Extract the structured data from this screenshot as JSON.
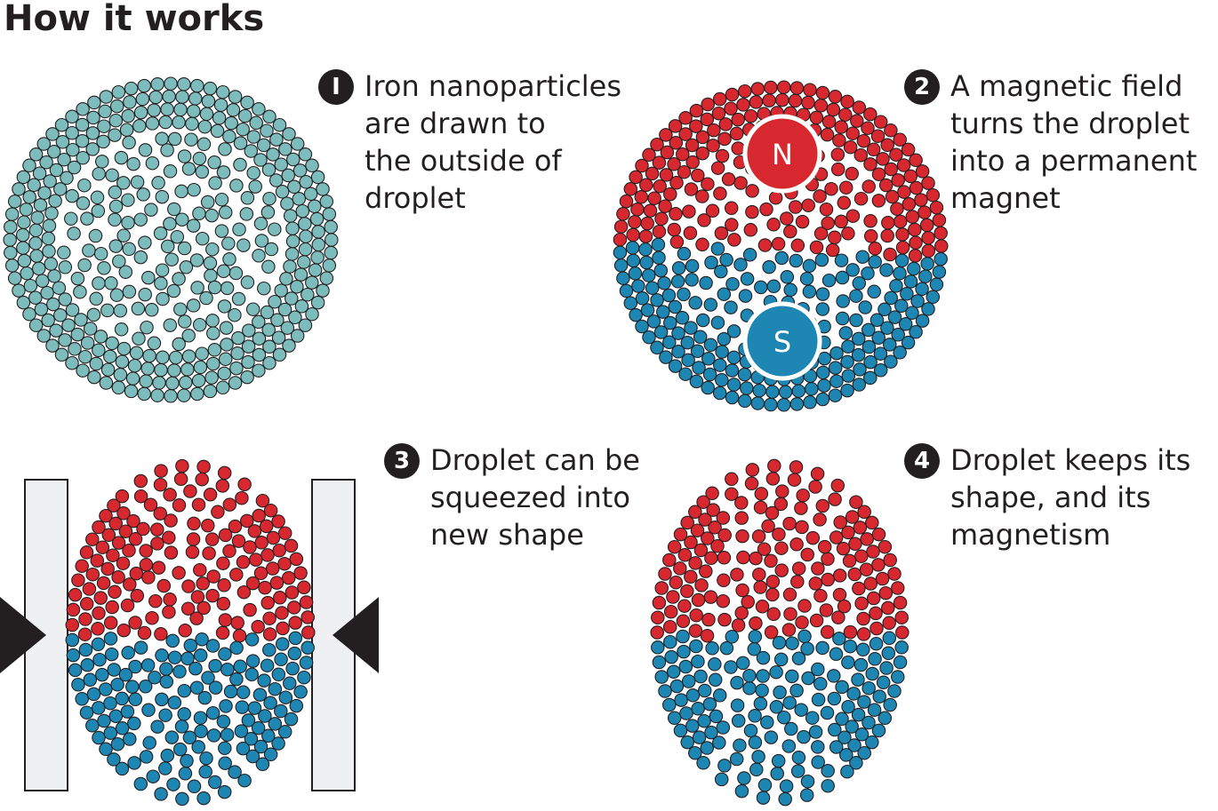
{
  "title": "How it works",
  "colors": {
    "teal": "#7dbcbc",
    "red": "#d7282f",
    "blue": "#1d86b3",
    "outline": "#231f20",
    "plate": "#eef0f1"
  },
  "steps": [
    {
      "number": "I",
      "lines": [
        "Iron nanoparticles",
        "are drawn to",
        "the outside of",
        "droplet"
      ]
    },
    {
      "number": "2",
      "lines": [
        "A magnetic field",
        "turns the droplet",
        "into a permanent",
        "magnet"
      ]
    },
    {
      "number": "3",
      "lines": [
        "Droplet can be",
        "squeezed into",
        "new shape"
      ]
    },
    {
      "number": "4",
      "lines": [
        "Droplet keeps its",
        "shape, and its",
        "magnetism"
      ]
    }
  ],
  "poles": {
    "north": "N",
    "south": "S"
  }
}
